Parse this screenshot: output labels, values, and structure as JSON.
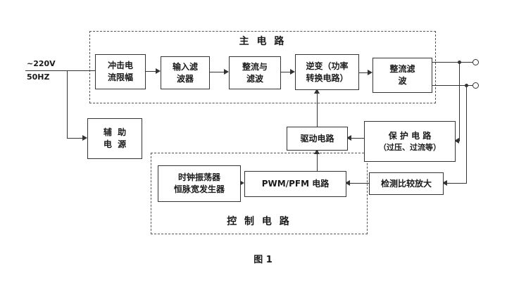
{
  "diagram": {
    "caption": "图  1",
    "source": {
      "voltage": "~220V",
      "frequency": "50HZ"
    },
    "groups": {
      "main": {
        "label": "主 电 路"
      },
      "control": {
        "label": "控 制 电 路"
      }
    },
    "blocks": {
      "inrush": {
        "lines": [
          "冲击电",
          "流限幅"
        ]
      },
      "input_filter": {
        "lines": [
          "输入滤",
          "波器"
        ]
      },
      "rectify_filter": {
        "lines": [
          "整流与",
          "滤波"
        ]
      },
      "inverter": {
        "lines": [
          "逆变（功率",
          "转换电路）"
        ]
      },
      "output_rectify": {
        "lines": [
          "整流滤",
          "波"
        ]
      },
      "aux_power": {
        "lines": [
          "辅  助",
          "电  源"
        ]
      },
      "drive": {
        "lines": [
          "驱动电路"
        ]
      },
      "protection": {
        "lines": [
          "保 护 电 路",
          "（过压、过流等）"
        ]
      },
      "clock_osc": {
        "lines": [
          "时钟振荡器",
          "恒脉宽发生器"
        ]
      },
      "pwm": {
        "lines": [
          "PWM/PFM 电路"
        ]
      },
      "detect": {
        "lines": [
          "检测比较放大"
        ]
      }
    },
    "colors": {
      "line": "#333333",
      "text": "#1a1a1a",
      "background": "#ffffff"
    }
  }
}
